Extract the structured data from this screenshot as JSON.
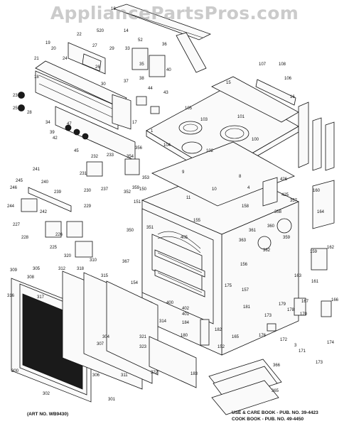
{
  "watermark": "AppliancePartsPros.com",
  "notes": {
    "art_no": "(ART NO. WB9430)",
    "use_care": "USE & CARE BOOK - PUB. NO. 39-4423",
    "cook_book": "COOK BOOK - PUB. NO. 49-4450"
  },
  "callouts": [
    {
      "id": "c13",
      "label": "13"
    },
    {
      "id": "c14",
      "label": "14"
    },
    {
      "id": "c520",
      "label": "520"
    },
    {
      "id": "c19",
      "label": "19"
    },
    {
      "id": "c20",
      "label": "20"
    },
    {
      "id": "c22",
      "label": "22"
    },
    {
      "id": "c27",
      "label": "27"
    },
    {
      "id": "c24",
      "label": "24"
    },
    {
      "id": "c21",
      "label": "21"
    },
    {
      "id": "c18",
      "label": "18"
    },
    {
      "id": "c23",
      "label": "23"
    },
    {
      "id": "c25",
      "label": "25"
    },
    {
      "id": "c28",
      "label": "28"
    },
    {
      "id": "c26",
      "label": "26"
    },
    {
      "id": "c29",
      "label": "29"
    },
    {
      "id": "c33",
      "label": "33"
    },
    {
      "id": "c52",
      "label": "52"
    },
    {
      "id": "c36",
      "label": "36"
    },
    {
      "id": "c35",
      "label": "35"
    },
    {
      "id": "c40",
      "label": "40"
    },
    {
      "id": "c38",
      "label": "38"
    },
    {
      "id": "c37",
      "label": "37"
    },
    {
      "id": "c30",
      "label": "30"
    },
    {
      "id": "c44",
      "label": "44"
    },
    {
      "id": "c43",
      "label": "43"
    },
    {
      "id": "c17",
      "label": "17"
    },
    {
      "id": "c34",
      "label": "34"
    },
    {
      "id": "c47",
      "label": "47"
    },
    {
      "id": "c39",
      "label": "39"
    },
    {
      "id": "c42",
      "label": "42"
    },
    {
      "id": "c45",
      "label": "45"
    },
    {
      "id": "c107",
      "label": "107"
    },
    {
      "id": "c108",
      "label": "108"
    },
    {
      "id": "c106",
      "label": "106"
    },
    {
      "id": "c15",
      "label": "15"
    },
    {
      "id": "c16",
      "label": "16"
    },
    {
      "id": "c105",
      "label": "105"
    },
    {
      "id": "c103",
      "label": "103"
    },
    {
      "id": "c101",
      "label": "101"
    },
    {
      "id": "c1",
      "label": "1"
    },
    {
      "id": "c104",
      "label": "104"
    },
    {
      "id": "c100",
      "label": "100"
    },
    {
      "id": "c102",
      "label": "102"
    },
    {
      "id": "c232",
      "label": "232"
    },
    {
      "id": "c233",
      "label": "233"
    },
    {
      "id": "c356",
      "label": "356"
    },
    {
      "id": "c354",
      "label": "354"
    },
    {
      "id": "c9",
      "label": "9"
    },
    {
      "id": "c10",
      "label": "10"
    },
    {
      "id": "c11",
      "label": "11"
    },
    {
      "id": "c4",
      "label": "4"
    },
    {
      "id": "c8",
      "label": "8"
    },
    {
      "id": "c241",
      "label": "241"
    },
    {
      "id": "c245",
      "label": "245"
    },
    {
      "id": "c246",
      "label": "246"
    },
    {
      "id": "c240",
      "label": "240"
    },
    {
      "id": "c231",
      "label": "231"
    },
    {
      "id": "c230",
      "label": "230"
    },
    {
      "id": "c239",
      "label": "239"
    },
    {
      "id": "c237",
      "label": "237"
    },
    {
      "id": "c352",
      "label": "352"
    },
    {
      "id": "c359",
      "label": "359"
    },
    {
      "id": "c353",
      "label": "353"
    },
    {
      "id": "c150",
      "label": "150"
    },
    {
      "id": "c426",
      "label": "426"
    },
    {
      "id": "c425",
      "label": "425"
    },
    {
      "id": "c160",
      "label": "160"
    },
    {
      "id": "c244",
      "label": "244"
    },
    {
      "id": "c242",
      "label": "242"
    },
    {
      "id": "c229",
      "label": "229"
    },
    {
      "id": "c227",
      "label": "227"
    },
    {
      "id": "c228",
      "label": "228"
    },
    {
      "id": "c226",
      "label": "226"
    },
    {
      "id": "c151",
      "label": "151"
    },
    {
      "id": "c155",
      "label": "155"
    },
    {
      "id": "c158",
      "label": "158"
    },
    {
      "id": "c357",
      "label": "357"
    },
    {
      "id": "c358",
      "label": "358"
    },
    {
      "id": "c164",
      "label": "164"
    },
    {
      "id": "c360",
      "label": "360"
    },
    {
      "id": "c361",
      "label": "361"
    },
    {
      "id": "c350",
      "label": "350"
    },
    {
      "id": "c351",
      "label": "351"
    },
    {
      "id": "c405",
      "label": "405"
    },
    {
      "id": "c225",
      "label": "225"
    },
    {
      "id": "c320",
      "label": "320"
    },
    {
      "id": "c310",
      "label": "310"
    },
    {
      "id": "c367",
      "label": "367"
    },
    {
      "id": "c363",
      "label": "363"
    },
    {
      "id": "c362",
      "label": "362"
    },
    {
      "id": "c359b",
      "label": "359"
    },
    {
      "id": "c159",
      "label": "159"
    },
    {
      "id": "c162",
      "label": "162"
    },
    {
      "id": "c156",
      "label": "156"
    },
    {
      "id": "c163",
      "label": "163"
    },
    {
      "id": "c161",
      "label": "161"
    },
    {
      "id": "c309",
      "label": "309"
    },
    {
      "id": "c305",
      "label": "305"
    },
    {
      "id": "c312",
      "label": "312"
    },
    {
      "id": "c318",
      "label": "318"
    },
    {
      "id": "c315",
      "label": "315"
    },
    {
      "id": "c308",
      "label": "308"
    },
    {
      "id": "c316",
      "label": "316"
    },
    {
      "id": "c317",
      "label": "317"
    },
    {
      "id": "c154",
      "label": "154"
    },
    {
      "id": "c175",
      "label": "175"
    },
    {
      "id": "c157",
      "label": "157"
    },
    {
      "id": "c400",
      "label": "400"
    },
    {
      "id": "c402",
      "label": "402"
    },
    {
      "id": "c401",
      "label": "401"
    },
    {
      "id": "c181",
      "label": "181"
    },
    {
      "id": "c179",
      "label": "179"
    },
    {
      "id": "c178",
      "label": "178"
    },
    {
      "id": "c167",
      "label": "167"
    },
    {
      "id": "c166",
      "label": "166"
    },
    {
      "id": "c173",
      "label": "173"
    },
    {
      "id": "c170",
      "label": "170"
    },
    {
      "id": "c314",
      "label": "314"
    },
    {
      "id": "c304",
      "label": "304"
    },
    {
      "id": "c321",
      "label": "321"
    },
    {
      "id": "c307",
      "label": "307"
    },
    {
      "id": "c323",
      "label": "323"
    },
    {
      "id": "c184",
      "label": "184"
    },
    {
      "id": "c180",
      "label": "180"
    },
    {
      "id": "c182",
      "label": "182"
    },
    {
      "id": "c165",
      "label": "165"
    },
    {
      "id": "c176",
      "label": "176"
    },
    {
      "id": "c172",
      "label": "172"
    },
    {
      "id": "c174",
      "label": "174"
    },
    {
      "id": "c3",
      "label": "3"
    },
    {
      "id": "c171",
      "label": "171"
    },
    {
      "id": "c322",
      "label": "322"
    },
    {
      "id": "c152",
      "label": "152"
    },
    {
      "id": "c183",
      "label": "183"
    },
    {
      "id": "c173b",
      "label": "173"
    },
    {
      "id": "c300",
      "label": "300"
    },
    {
      "id": "c306",
      "label": "306"
    },
    {
      "id": "c311",
      "label": "311"
    },
    {
      "id": "c302",
      "label": "302"
    },
    {
      "id": "c301",
      "label": "301"
    },
    {
      "id": "c366",
      "label": "366"
    },
    {
      "id": "c365",
      "label": "365"
    }
  ]
}
